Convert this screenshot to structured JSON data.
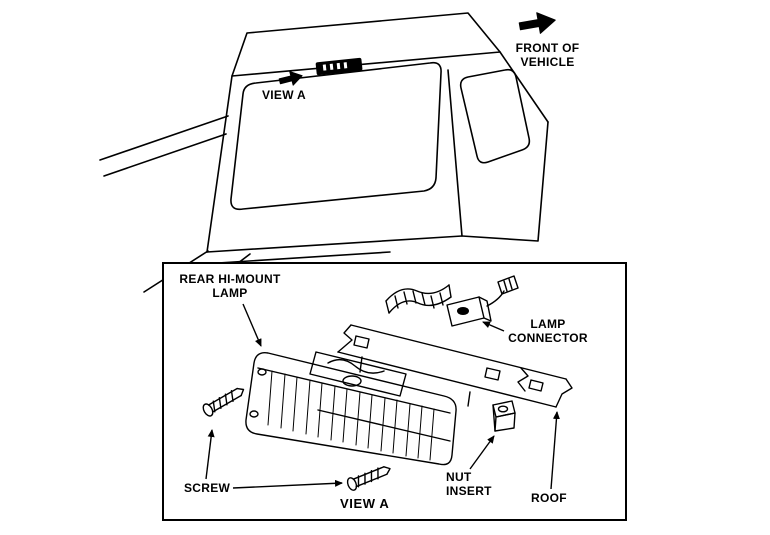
{
  "colors": {
    "ink": "#000000",
    "paper": "#ffffff"
  },
  "overview": {
    "view_a_label": "VIEW A",
    "front_of_vehicle_label": "FRONT OF\nVEHICLE",
    "view_a_arrow_icon": "block-arrow-up-right",
    "front_of_vehicle_arrow_icon": "block-arrow-up-right"
  },
  "detail_view": {
    "labels": {
      "rear_hi_mount_lamp": "REAR HI-MOUNT\nLAMP",
      "lamp_connector": "LAMP\nCONNECTOR",
      "screw": "SCREW",
      "nut_insert": "NUT\nINSERT",
      "roof": "ROOF"
    },
    "caption": "VIEW A"
  }
}
